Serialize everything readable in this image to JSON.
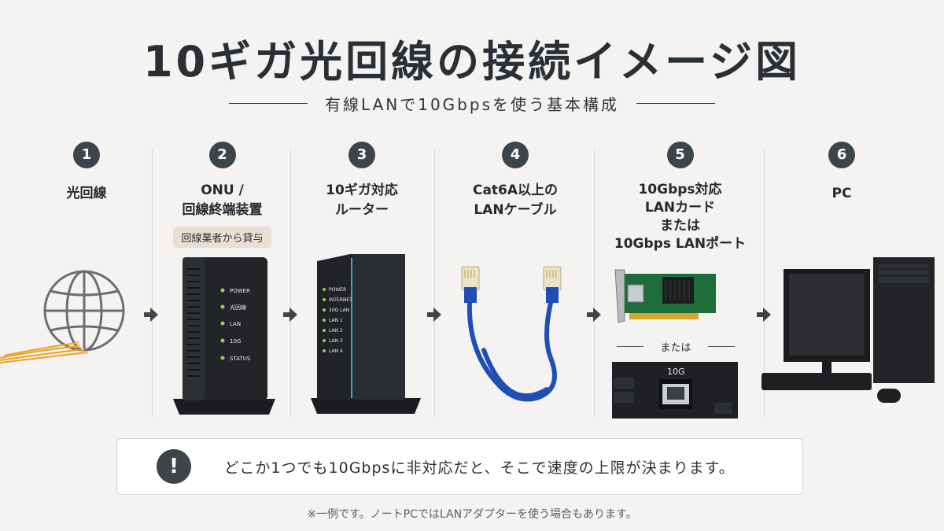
{
  "title": "10ギガ光回線の接続イメージ図",
  "subtitle": "有線LANで10Gbpsを使う基本構成",
  "steps": [
    {
      "num": "1",
      "label": "光回線"
    },
    {
      "num": "2",
      "label": "ONU /\n回線終端装置",
      "tag": "回線業者から貸与"
    },
    {
      "num": "3",
      "label": "10ギガ対応\nルーター"
    },
    {
      "num": "4",
      "label": "Cat6A以上の\nLANケーブル"
    },
    {
      "num": "5",
      "label": "10Gbps対応\nLANカード\nまたは\n10Gbps LANポート"
    },
    {
      "num": "6",
      "label": "PC"
    }
  ],
  "onu_leds": [
    "POWER",
    "光回線",
    "LAN",
    "10G",
    "STATUS"
  ],
  "router_leds": [
    "POWER",
    "INTERNET",
    "10G LAN",
    "LAN 1",
    "LAN 2",
    "LAN 3",
    "LAN 4"
  ],
  "or_text": "または",
  "port_label": "10G",
  "notice_icon": "!",
  "notice": "どこか1つでも10Gbpsに非対応だと、そこで速度の上限が決まります。",
  "footnote": "※一例です。ノートPCではLANアダプターを使う場合もあります。",
  "colors": {
    "accent_dark": "#3d444b",
    "tag_bg": "#e9dfd2",
    "cable_blue": "#1f4fb4",
    "fiber_orange": "#f0a020"
  }
}
